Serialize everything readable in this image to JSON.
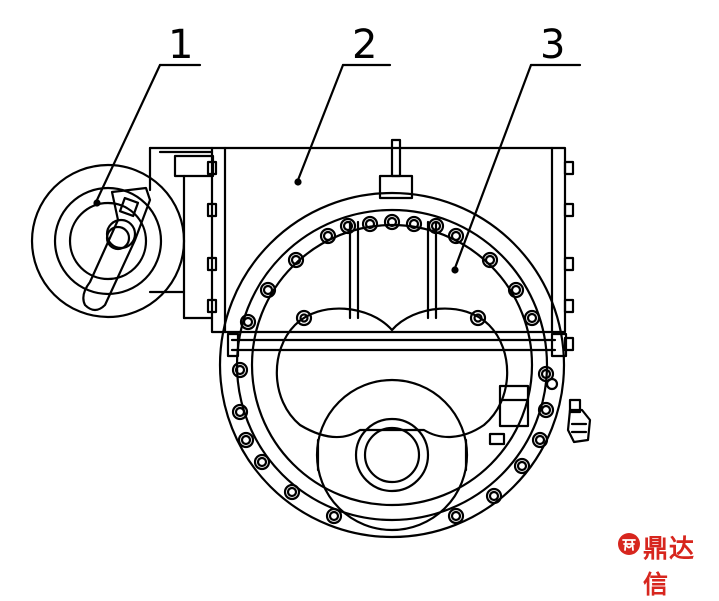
{
  "callouts": [
    {
      "id": "1",
      "text": "1"
    },
    {
      "id": "2",
      "text": "2"
    },
    {
      "id": "3",
      "text": "3"
    }
  ],
  "watermark": {
    "text": "鼎达信",
    "color": "#d7261e"
  },
  "colors": {
    "line": "#000000",
    "background": "#ffffff"
  }
}
